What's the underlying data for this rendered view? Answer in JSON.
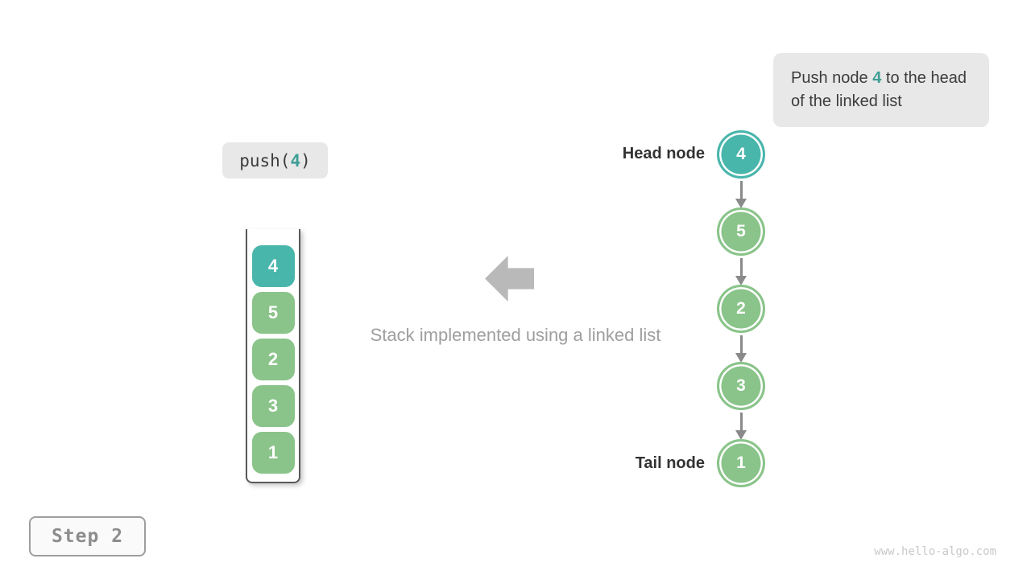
{
  "colors": {
    "teal": "#49b6ac",
    "green": "#8ac48a",
    "note_bg": "#e8e8e8",
    "dark_text": "#3c3c3c",
    "gray_arrow": "#b9b9b9",
    "caption_gray": "#9e9e9e"
  },
  "note": {
    "parts": [
      {
        "text": "Push node "
      },
      {
        "text": "4",
        "highlight": true
      },
      {
        "text": " to the head of the linked list"
      }
    ]
  },
  "push_call": {
    "parts": [
      {
        "text": "push("
      },
      {
        "text": "4",
        "highlight": true
      },
      {
        "text": ")"
      }
    ]
  },
  "stack": {
    "values": [
      {
        "value": "4",
        "highlight": true
      },
      {
        "value": "5",
        "highlight": false
      },
      {
        "value": "2",
        "highlight": false
      },
      {
        "value": "3",
        "highlight": false
      },
      {
        "value": "1",
        "highlight": false
      }
    ]
  },
  "linked_list": {
    "head_label": "Head node",
    "tail_label": "Tail node",
    "nodes": [
      {
        "value": "4",
        "highlight": true
      },
      {
        "value": "5",
        "highlight": false
      },
      {
        "value": "2",
        "highlight": false
      },
      {
        "value": "3",
        "highlight": false
      },
      {
        "value": "1",
        "highlight": false
      }
    ]
  },
  "caption": "Stack implemented using a linked list",
  "step_label": "Step 2",
  "watermark": "www.hello-algo.com"
}
